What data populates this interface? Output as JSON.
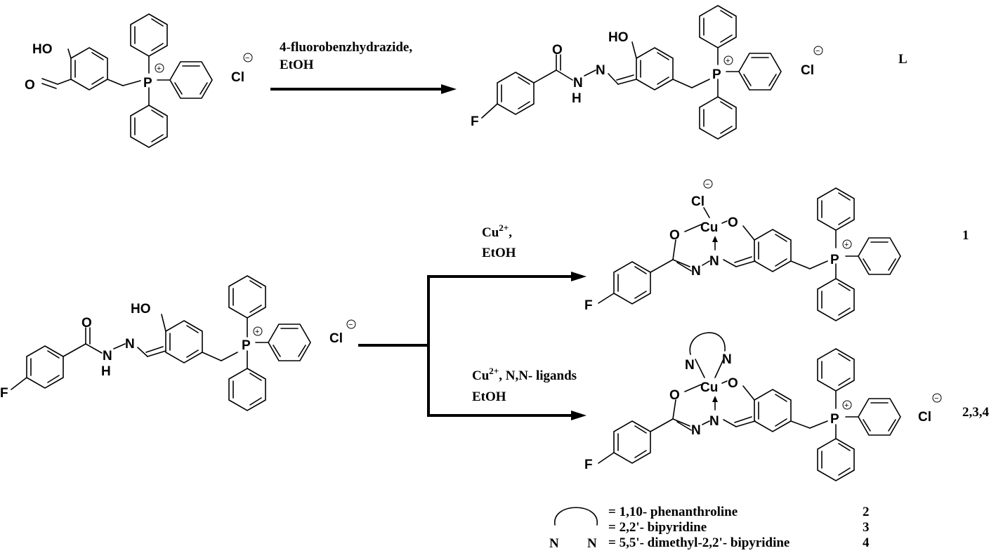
{
  "atoms": {
    "HO": "HO",
    "O": "O",
    "F": "F",
    "P": "P",
    "Cl": "Cl",
    "Cu": "Cu",
    "N": "N",
    "H": "H",
    "plus": "+",
    "minus": "−"
  },
  "reagents": {
    "step1_line1": "4-fluorobenzhydrazide,",
    "step1_line2": "EtOH",
    "step2a_base": "Cu",
    "step2a_sup": "2+",
    "step2a_tail": ",",
    "step2a_line2": "EtOH",
    "step2b_base": "Cu",
    "step2b_sup": "2+",
    "step2b_tail": ", N,N- ligands",
    "step2b_line2": "EtOH"
  },
  "compound_labels": {
    "ligand": "L",
    "complex1": "1",
    "complexes": "2,3,4"
  },
  "legend": {
    "rows": [
      {
        "text": "= 1,10- phenanthroline",
        "num": "2"
      },
      {
        "text": "= 2,2'- bipyridine",
        "num": "3"
      },
      {
        "text": "= 5,5'- dimethyl-2,2'- bipyridine",
        "num": "4"
      }
    ]
  }
}
